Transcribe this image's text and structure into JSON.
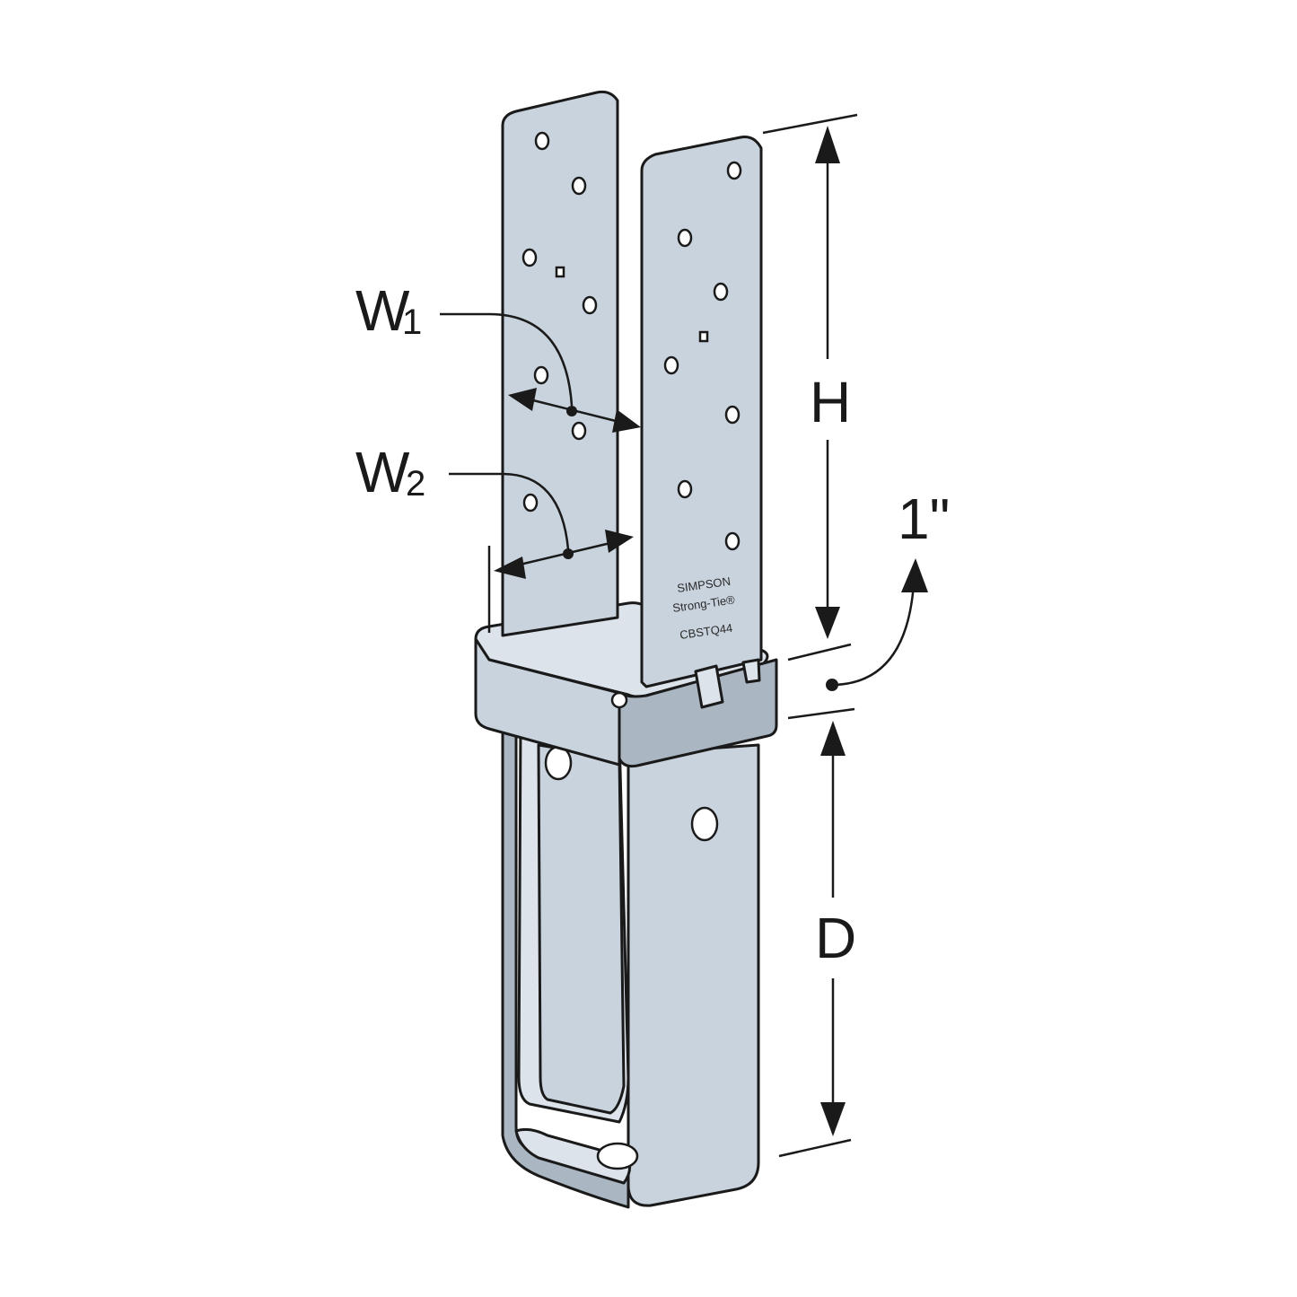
{
  "labels": {
    "w1_main": "W",
    "w1_sub": "1",
    "w2_main": "W",
    "w2_sub": "2",
    "height": "H",
    "depth": "D",
    "offset": "1\""
  },
  "stamp": {
    "line1": "SIMPSON",
    "line2": "Strong-Tie®",
    "line3": "CBSTQ44"
  },
  "colors": {
    "metal": "#c9d3dd",
    "outline": "#1a1a1a",
    "background": "#ffffff"
  }
}
